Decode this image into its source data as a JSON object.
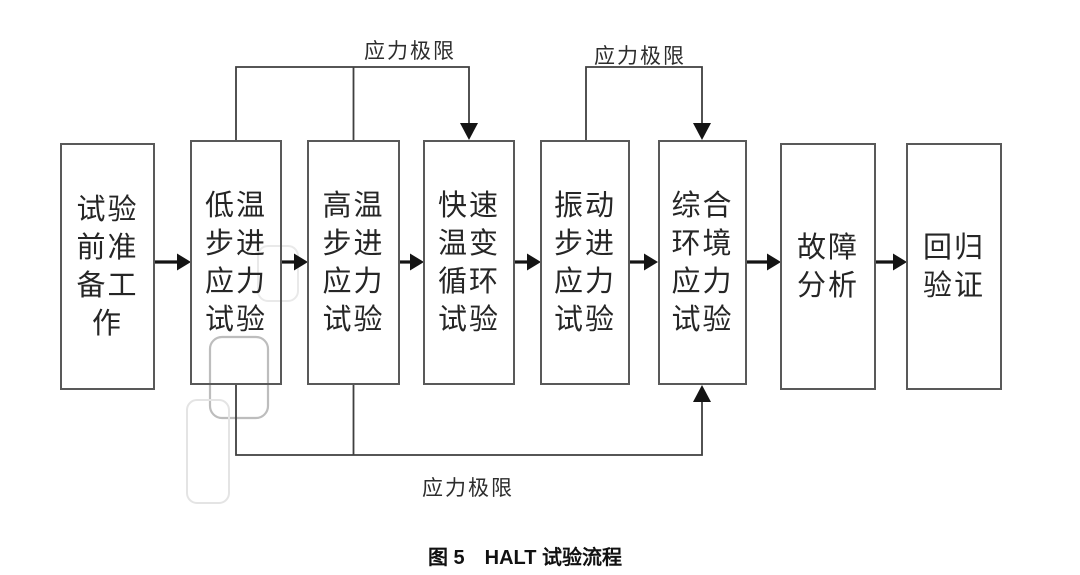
{
  "figure": {
    "caption": "图 5　HALT 试验流程"
  },
  "flow": {
    "boxes": [
      {
        "id": "prep",
        "label": "试验\n前准\n备工\n作"
      },
      {
        "id": "low-temp-step",
        "label": "低温\n步进\n应力\n试验"
      },
      {
        "id": "high-temp-step",
        "label": "高温\n步进\n应力\n试验"
      },
      {
        "id": "rapid-thermal-cycle",
        "label": "快速\n温变\n循环\n试验"
      },
      {
        "id": "vibration-step",
        "label": "振动\n步进\n应力\n试验"
      },
      {
        "id": "combined-env",
        "label": "综合\n环境\n应力\n试验"
      },
      {
        "id": "fault-analysis",
        "label": "故障\n分析"
      },
      {
        "id": "regression",
        "label": "回归\n验证"
      }
    ],
    "sequence_edges": [
      {
        "from": "试验前准备工作",
        "to": "低温步进应力试验"
      },
      {
        "from": "低温步进应力试验",
        "to": "高温步进应力试验"
      },
      {
        "from": "高温步进应力试验",
        "to": "快速温变循环试验"
      },
      {
        "from": "快速温变循环试验",
        "to": "振动步进应力试验"
      },
      {
        "from": "振动步进应力试验",
        "to": "综合环境应力试验"
      },
      {
        "from": "综合环境应力试验",
        "to": "故障分析"
      },
      {
        "from": "故障分析",
        "to": "回归验证"
      }
    ],
    "feedback_connectors": [
      {
        "label": "应力极限",
        "from": [
          "低温步进应力试验",
          "高温步进应力试验"
        ],
        "to": "快速温变循环试验",
        "route": "top"
      },
      {
        "label": "应力极限",
        "from": [
          "振动步进应力试验"
        ],
        "to": "综合环境应力试验",
        "route": "top"
      },
      {
        "label": "应力极限",
        "from": [
          "低温步进应力试验",
          "高温步进应力试验"
        ],
        "to": "综合环境应力试验",
        "route": "bottom"
      }
    ]
  },
  "colors": {
    "background": "#ffffff",
    "box_border": "#595959",
    "wire": "#3f3f3f",
    "arrow": "#141414",
    "text": "#262626",
    "watermark": "#bdbdbd"
  }
}
